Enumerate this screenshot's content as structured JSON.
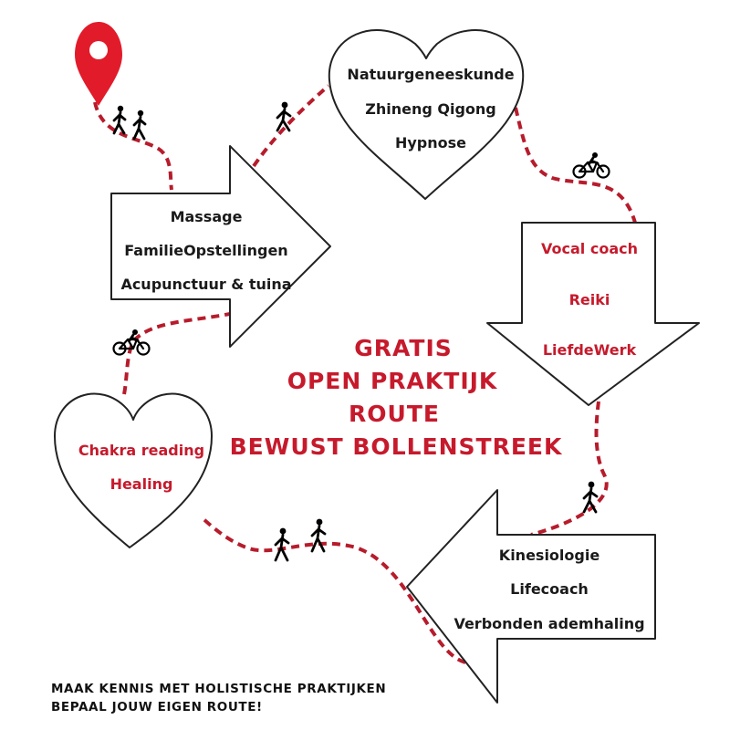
{
  "colors": {
    "accent": "#c61a2c",
    "route": "#b71c2c",
    "outline": "#222222",
    "text": "#1a1a1a"
  },
  "title_lines": [
    "GRATIS",
    "OPEN PRAKTIJK",
    "ROUTE",
    "BEWUST BOLLENSTREEK"
  ],
  "arrow_right": [
    "Massage",
    "FamilieOpstellingen",
    "Acupunctuur & tuina"
  ],
  "heart_top": [
    "Natuurgeneeskunde",
    "Zhineng Qigong",
    "Hypnose"
  ],
  "arrow_down": [
    "Vocal coach",
    "Reiki",
    "LiefdeWerk"
  ],
  "arrow_left": [
    "Kinesiologie",
    "Lifecoach",
    "Verbonden ademhaling"
  ],
  "heart_left": [
    "Chakra reading",
    "Healing"
  ],
  "footer": [
    "MAAK KENNIS MET HOLISTISCHE PRAKTIJKEN",
    "BEPAAL JOUW EIGEN ROUTE!"
  ],
  "icons": [
    "map-pin-icon",
    "walking-couple-icon",
    "walker-icon",
    "bicycle-icon"
  ]
}
